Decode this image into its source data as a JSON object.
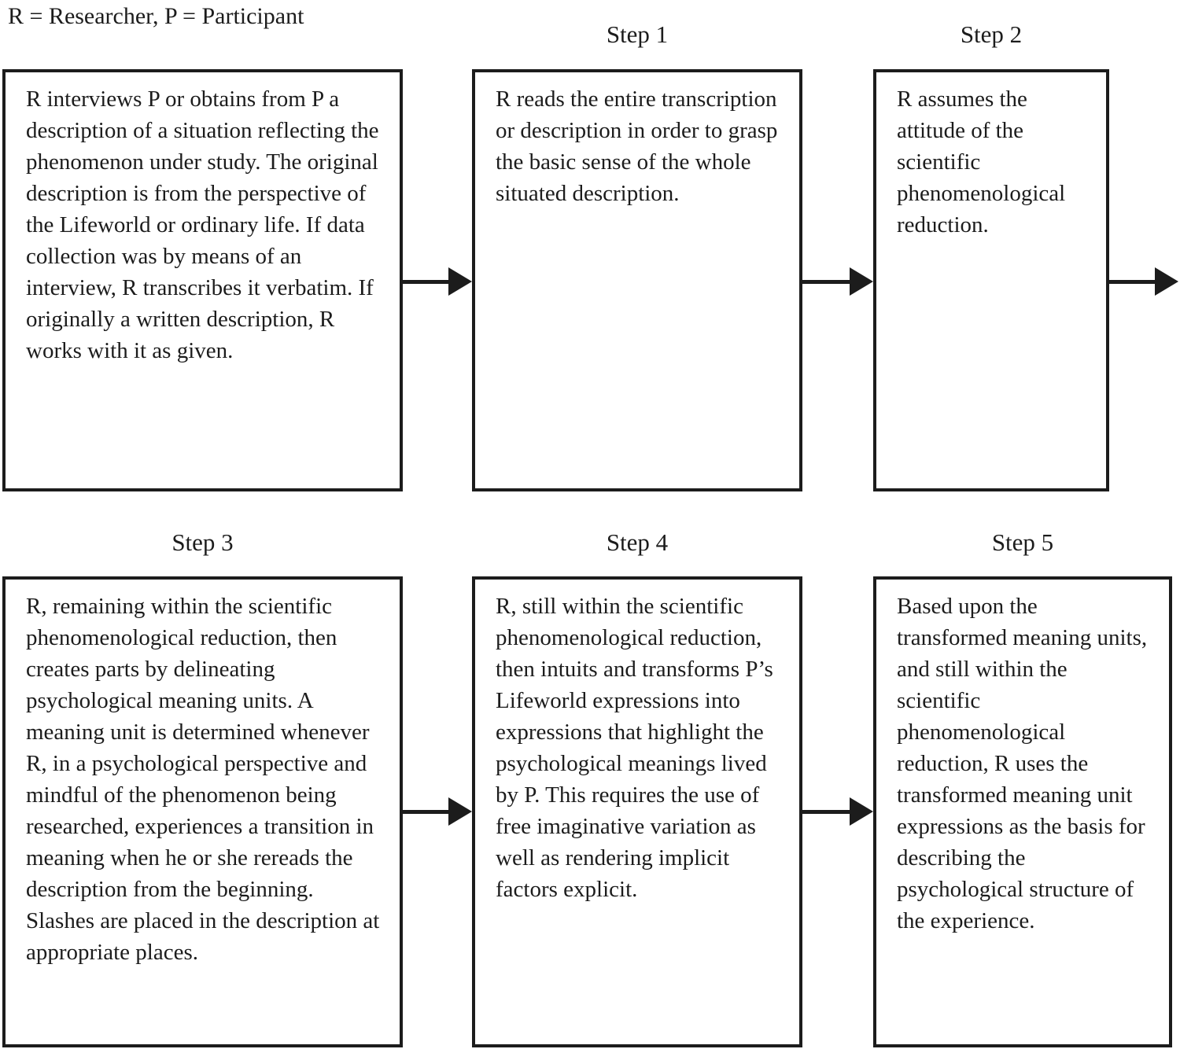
{
  "legend": "R = Researcher, P = Participant",
  "colors": {
    "background": "#ffffff",
    "border": "#1c1c1c",
    "text": "#1c1c1c",
    "arrow": "#1c1c1c"
  },
  "icons": {
    "flow_arrow": "arrow-right"
  },
  "flow": {
    "boxes": [
      {
        "step_label": "",
        "text": "R interviews P or obtains from P a description of a situation reflecting the phenomenon under study. The original description is from the perspective of the Lifeworld or ordinary life. If data collection was by means of an interview, R transcribes it verbatim. If originally a written description, R works with it as given."
      },
      {
        "step_label": "Step 1",
        "text": "R reads the entire transcription or description in order to grasp the basic sense of the whole situated description."
      },
      {
        "step_label": "Step 2",
        "text": "R assumes the attitude of the scientific phenomenological reduction."
      },
      {
        "step_label": "Step 3",
        "text": "R, remaining within the scientific phenomenological reduction, then creates parts by delineating psychological meaning units. A meaning unit is determined whenever R, in a psychological perspective and mindful of the phenomenon being researched, experiences a transition in meaning when he or she rereads the description from the beginning. Slashes are placed in the description at appropriate places."
      },
      {
        "step_label": "Step 4",
        "text": "R, still within the scientific phenomenological reduction, then intuits and transforms P’s Lifeworld expressions into expressions that highlight the psychological meanings lived by P. This requires the use of free imaginative variation as well as rendering implicit factors explicit."
      },
      {
        "step_label": "Step 5",
        "text": "Based upon the transformed meaning units, and still within the scientific phenomenological reduction, R uses the transformed meaning unit expressions as the basis for describing the psychological structure of the experience."
      }
    ]
  }
}
